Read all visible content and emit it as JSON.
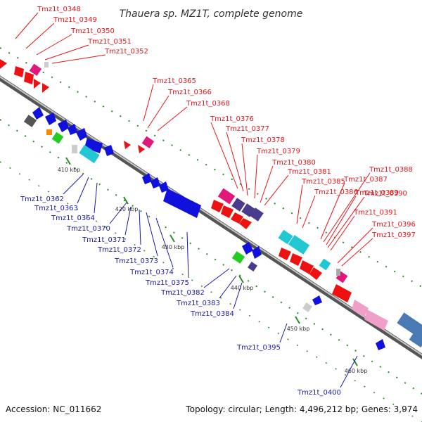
{
  "title": "Thauera sp. MZ1T, complete genome",
  "accession": "Accession: NC_011662",
  "topology": "Topology: circular; Length: 4,496,212 bp; Genes: 3,974",
  "colors": {
    "forward_label": "#e8141a",
    "reverse_label": "#1a1aa8",
    "backbone": "#7a7a7a",
    "tick": "#2a8a2a"
  },
  "scale_ticks": [
    {
      "text": "410 kbp"
    },
    {
      "text": "420 kbp"
    },
    {
      "text": "430 kbp"
    },
    {
      "text": "440 kbp"
    },
    {
      "text": "450 kbp"
    },
    {
      "text": "460 kbp"
    }
  ],
  "forward_genes": [
    {
      "label": "Tmz1t_0348"
    },
    {
      "label": "Tmz1t_0349"
    },
    {
      "label": "Tmz1t_0350"
    },
    {
      "label": "Tmz1t_0351"
    },
    {
      "label": "Tmz1t_0352"
    },
    {
      "label": "Tmz1t_0365"
    },
    {
      "label": "Tmz1t_0366"
    },
    {
      "label": "Tmz1t_0368"
    },
    {
      "label": "Tmz1t_0376"
    },
    {
      "label": "Tmz1t_0377"
    },
    {
      "label": "Tmz1t_0378"
    },
    {
      "label": "Tmz1t_0379"
    },
    {
      "label": "Tmz1t_0380"
    },
    {
      "label": "Tmz1t_0381"
    },
    {
      "label": "Tmz1t_0385"
    },
    {
      "label": "Tmz1t_0386"
    },
    {
      "label": "Tmz1t_0387"
    },
    {
      "label": "Tmz1t_0388"
    },
    {
      "label": "Tmz1t_0389"
    },
    {
      "label": "Tmz1t_0390"
    },
    {
      "label": "Tmz1t_0391"
    },
    {
      "label": "Tmz1t_0396"
    },
    {
      "label": "Tmz1t_0397"
    }
  ],
  "reverse_genes": [
    {
      "label": "Tmz1t_0362"
    },
    {
      "label": "Tmz1t_0363"
    },
    {
      "label": "Tmz1t_0364"
    },
    {
      "label": "Tmz1t_0370"
    },
    {
      "label": "Tmz1t_0371"
    },
    {
      "label": "Tmz1t_0372"
    },
    {
      "label": "Tmz1t_0373"
    },
    {
      "label": "Tmz1t_0374"
    },
    {
      "label": "Tmz1t_0375"
    },
    {
      "label": "Tmz1t_0382"
    },
    {
      "label": "Tmz1t_0383"
    },
    {
      "label": "Tmz1t_0384"
    },
    {
      "label": "Tmz1t_0395"
    },
    {
      "label": "Tmz1t_0400"
    }
  ]
}
